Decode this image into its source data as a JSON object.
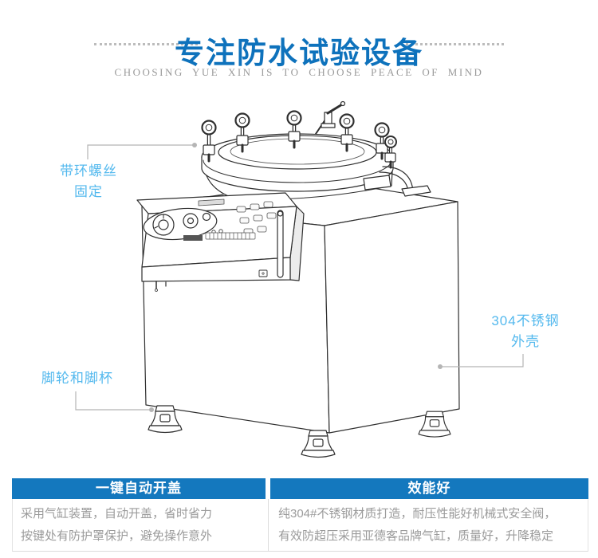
{
  "header": {
    "title": "专注防水试验设备",
    "subtitle": "CHOOSING YUE XIN IS TO CHOOSE PEACE OF MIND"
  },
  "callouts": {
    "eye_screw": {
      "line1": "带环螺丝",
      "line2": "固定"
    },
    "casters": {
      "line1": "脚轮和脚杯"
    },
    "shell": {
      "line1": "304不锈钢",
      "line2": "外壳"
    }
  },
  "features": {
    "left": {
      "title": "一键自动开盖",
      "line1": "采用气缸装置，自动开盖，省时省力",
      "line2": "按键处有防护罩保护，避免操作意外"
    },
    "right": {
      "title": "效能好",
      "line1": "纯304#不锈钢材质打造，耐压性能好机械式安全阀，",
      "line2": "有效防超压采用亚德客品牌气缸，质量好，升降稳定"
    }
  },
  "illustration": {
    "name": "pressure-tank-line-drawing"
  },
  "colors": {
    "title_blue": "#0e72bc",
    "label_blue": "#54b9ee",
    "bar_blue": "#1478be",
    "body_text_gray": "#9b9b9b",
    "line_art_gray": "#2f2f2f",
    "connector_gray": "#b5b5b5"
  }
}
